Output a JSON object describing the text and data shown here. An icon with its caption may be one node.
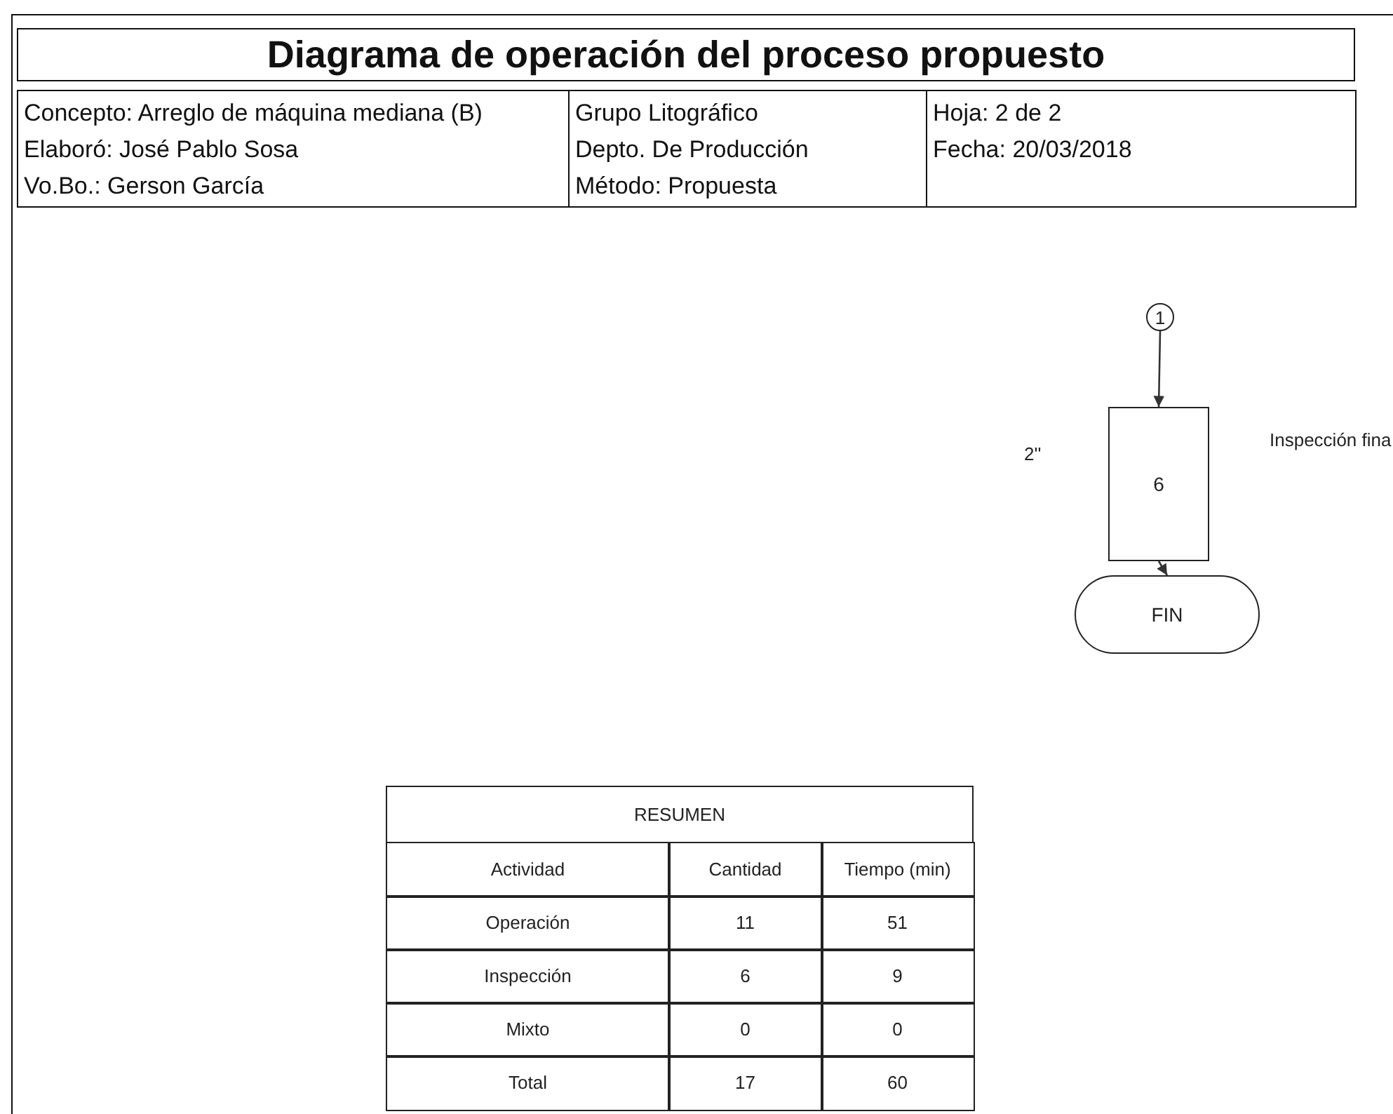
{
  "diagram": {
    "title": "Diagrama de operación del proceso propuesto",
    "nodes": [
      {
        "text": [
          "1"
        ]
      },
      {
        "text": [
          "6"
        ],
        "beside": [
          "2''",
          "Inspección fina"
        ]
      },
      {
        "text": [
          "FIN"
        ]
      }
    ],
    "edges": [
      {
        "from": 0,
        "to": 1,
        "arrow": "to"
      },
      {
        "from": 1,
        "to": 2,
        "arrow": "to"
      }
    ],
    "labels": [
      "Concepto: Arreglo de máquina mediana (B)",
      "Elaboró: José Pablo Sosa",
      "Vo.Bo.: Gerson García",
      "Grupo Litográfico",
      "Depto. De Producción",
      "Método: Propuesta",
      "Hoja: 2 de 2",
      "Fecha: 20/03/2018",
      "RESUMEN",
      "Actividad",
      "Cantidad",
      "Tiempo (min)",
      "Operación",
      "11",
      "51",
      "Inspección",
      "6",
      "9",
      "Mixto",
      "0",
      "0",
      "Total",
      "17",
      "60"
    ]
  }
}
